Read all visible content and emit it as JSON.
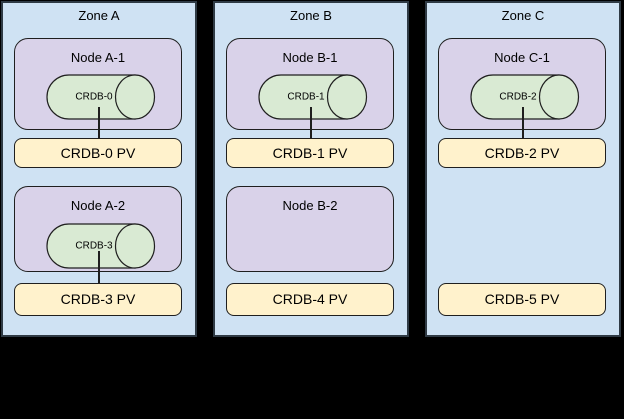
{
  "colors": {
    "page_bg": "#000000",
    "zone_fill": "#cfe2f3",
    "zone_border": "#2f3a44",
    "node_fill": "#d9d2e9",
    "cyl_fill": "#d9ead3",
    "pv_fill": "#fff2cc",
    "shape_border": "#1f1f1f",
    "text": "#000000"
  },
  "zones": [
    {
      "label": "Zone A",
      "node1": {
        "label": "Node A-1",
        "pod": "CRDB-0"
      },
      "pv1": {
        "label": "CRDB-0 PV"
      },
      "node2": {
        "label": "Node A-2",
        "pod": "CRDB-3"
      },
      "pv2": {
        "label": "CRDB-3 PV"
      }
    },
    {
      "label": "Zone B",
      "node1": {
        "label": "Node B-1",
        "pod": "CRDB-1"
      },
      "pv1": {
        "label": "CRDB-1 PV"
      },
      "node2": {
        "label": "Node B-2"
      },
      "pv2": {
        "label": "CRDB-4 PV"
      }
    },
    {
      "label": "Zone C",
      "node1": {
        "label": "Node C-1",
        "pod": "CRDB-2"
      },
      "pv1": {
        "label": "CRDB-2 PV"
      },
      "pv2": {
        "label": "CRDB-5 PV"
      }
    }
  ]
}
